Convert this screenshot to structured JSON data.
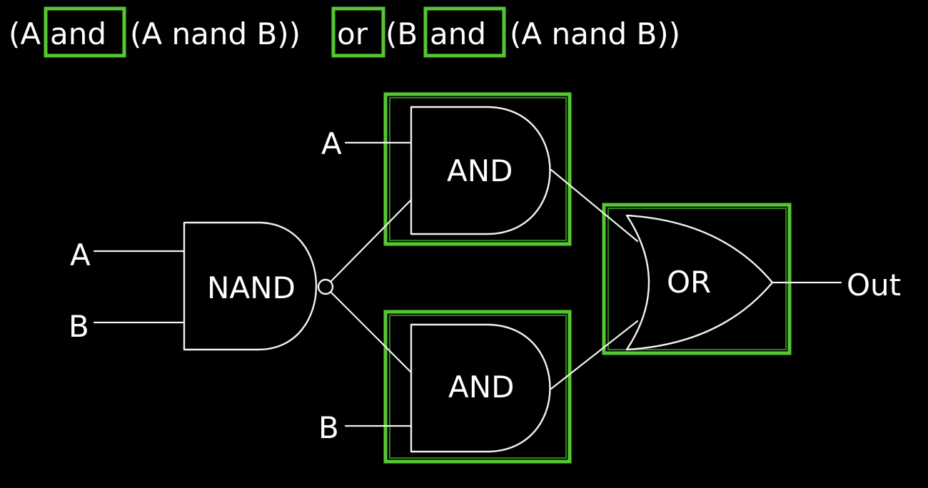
{
  "expression": {
    "parts": [
      "(A",
      "and",
      "(A nand B))",
      "or",
      "(B",
      "and",
      "(A nand B))"
    ]
  },
  "gates": {
    "nand": "NAND",
    "and_top": "AND",
    "and_bottom": "AND",
    "or": "OR"
  },
  "inputs": {
    "nand_a": "A",
    "nand_b": "B",
    "and_top_a": "A",
    "and_bottom_b": "B"
  },
  "output": {
    "label": "Out"
  },
  "colors": {
    "background": "#000000",
    "ink": "#ffffff",
    "highlight": "#55c732"
  }
}
